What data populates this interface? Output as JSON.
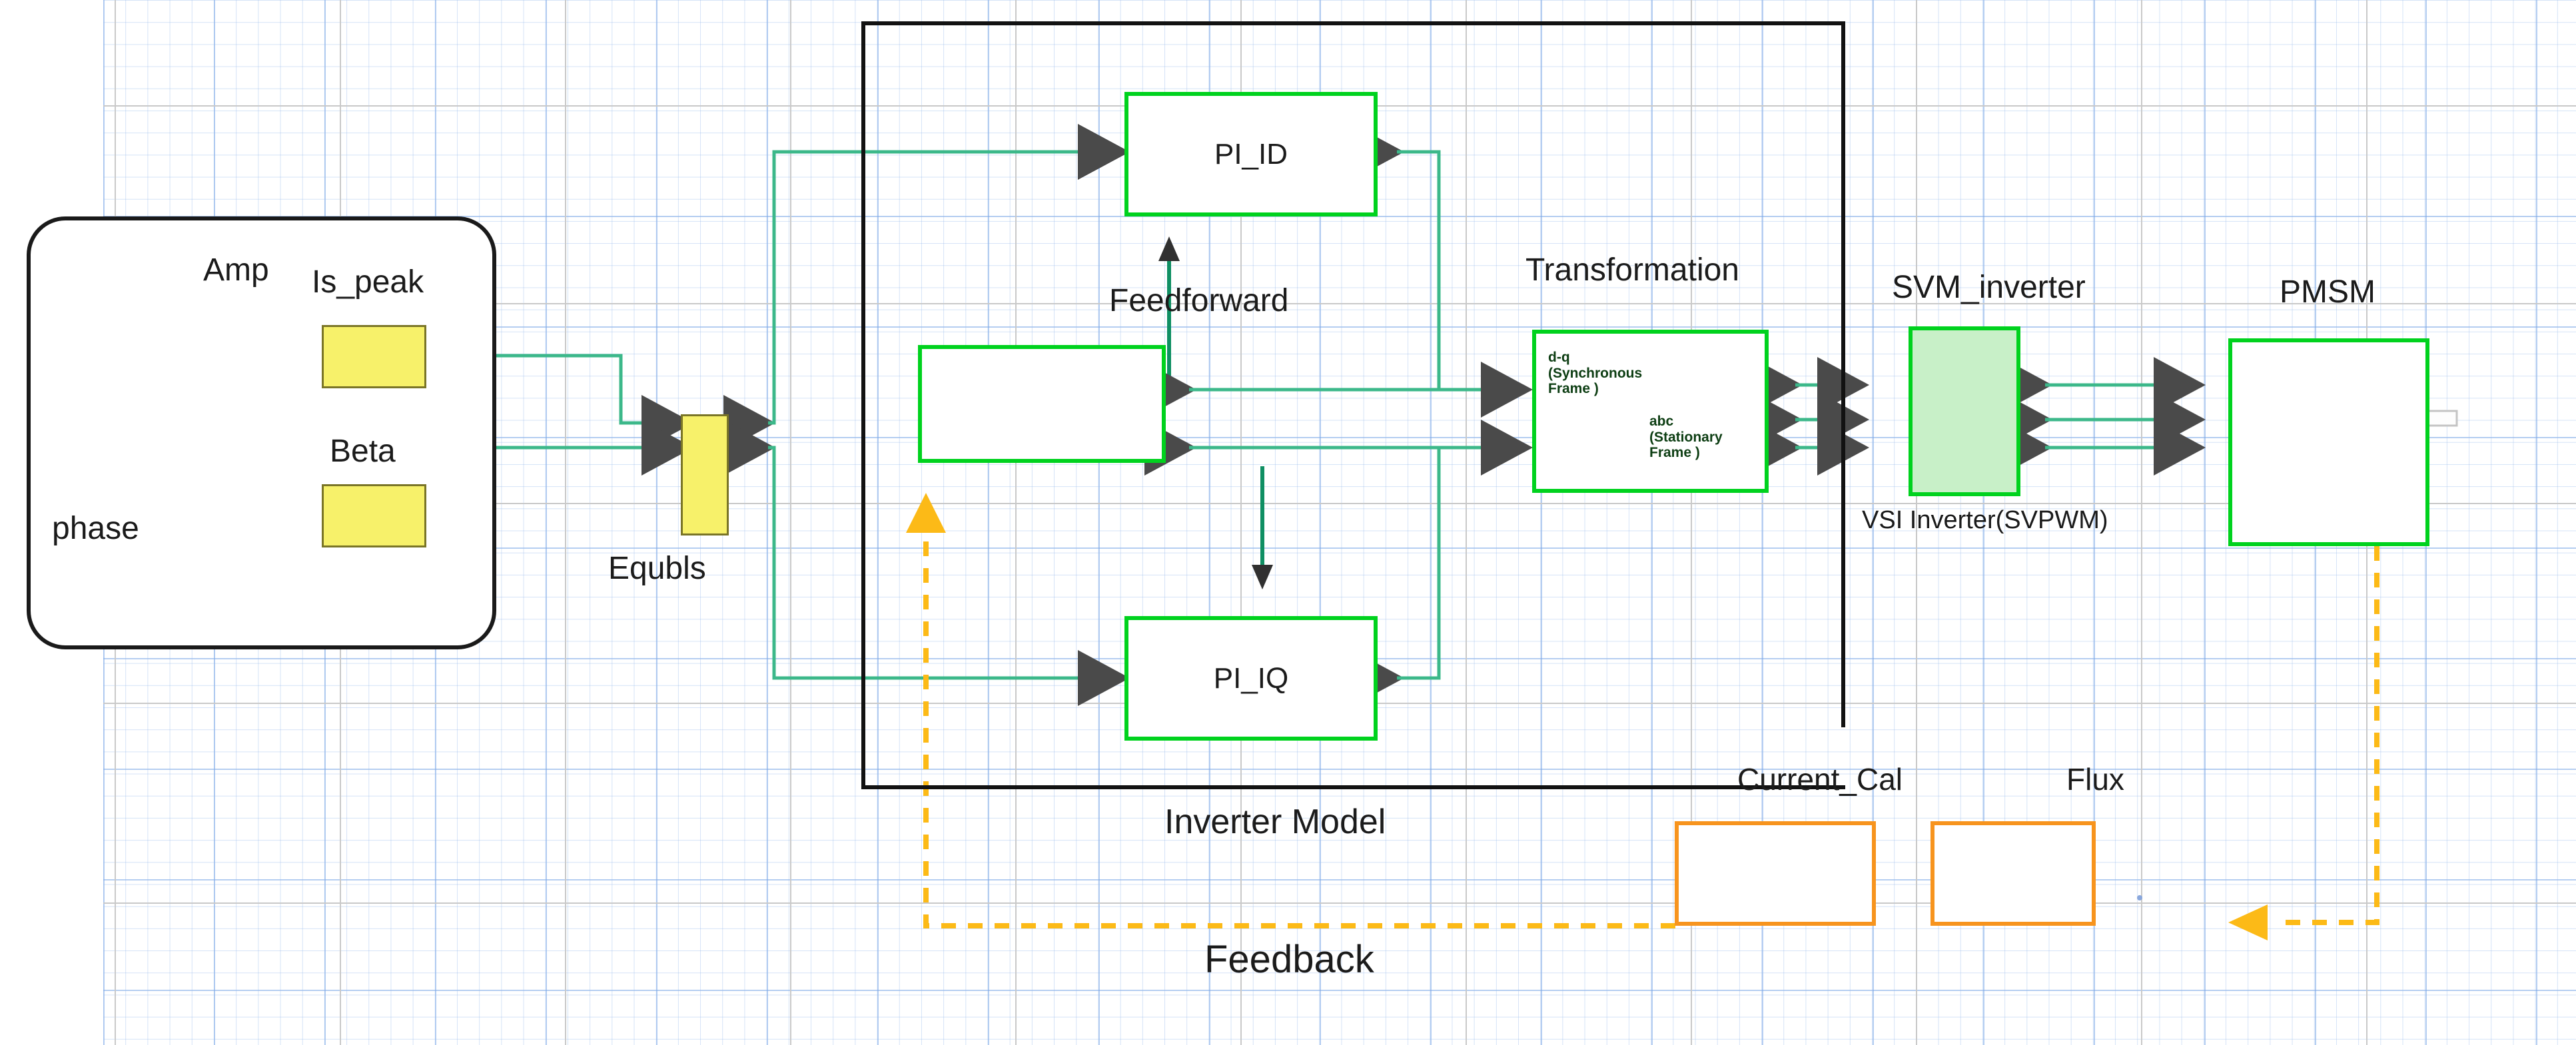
{
  "diagram": {
    "title_blocks": {
      "is_peak": "Is_peak",
      "beta": "Beta",
      "amp_axis": "Amp",
      "phase_axis": "phase",
      "equbls": "Equbls",
      "pi_id": "PI_ID",
      "pi_iq": "PI_IQ",
      "feedforward": "Feedforward",
      "transformation": "Transformation",
      "svm_inverter": "SVM_inverter",
      "vsi_caption": "VSI Inverter(SVPWM)",
      "pmsm": "PMSM",
      "inverter_model": "Inverter Model",
      "current_cal": "Current_Cal",
      "flux": "Flux",
      "feedback": "Feedback"
    },
    "transformation_block": {
      "dq_label": "d-q\n(Synchronous\n Frame )",
      "abc_label": "abc\n(Stationary\nFrame )"
    },
    "colors": {
      "signal_wire": "#3cb88a",
      "block_green": "#00d21e",
      "block_orange": "#f7941e",
      "feedback_dash": "#fcba17",
      "yellow_fill": "#f7f16a",
      "yellow_stroke": "#7a7527",
      "arc_blue": "#2c2ce0",
      "frame_black": "#121212",
      "grid_blue": "#96b9eb",
      "svm_fill": "#c8f0c8",
      "port_arrow": "#4a4a4a"
    }
  }
}
